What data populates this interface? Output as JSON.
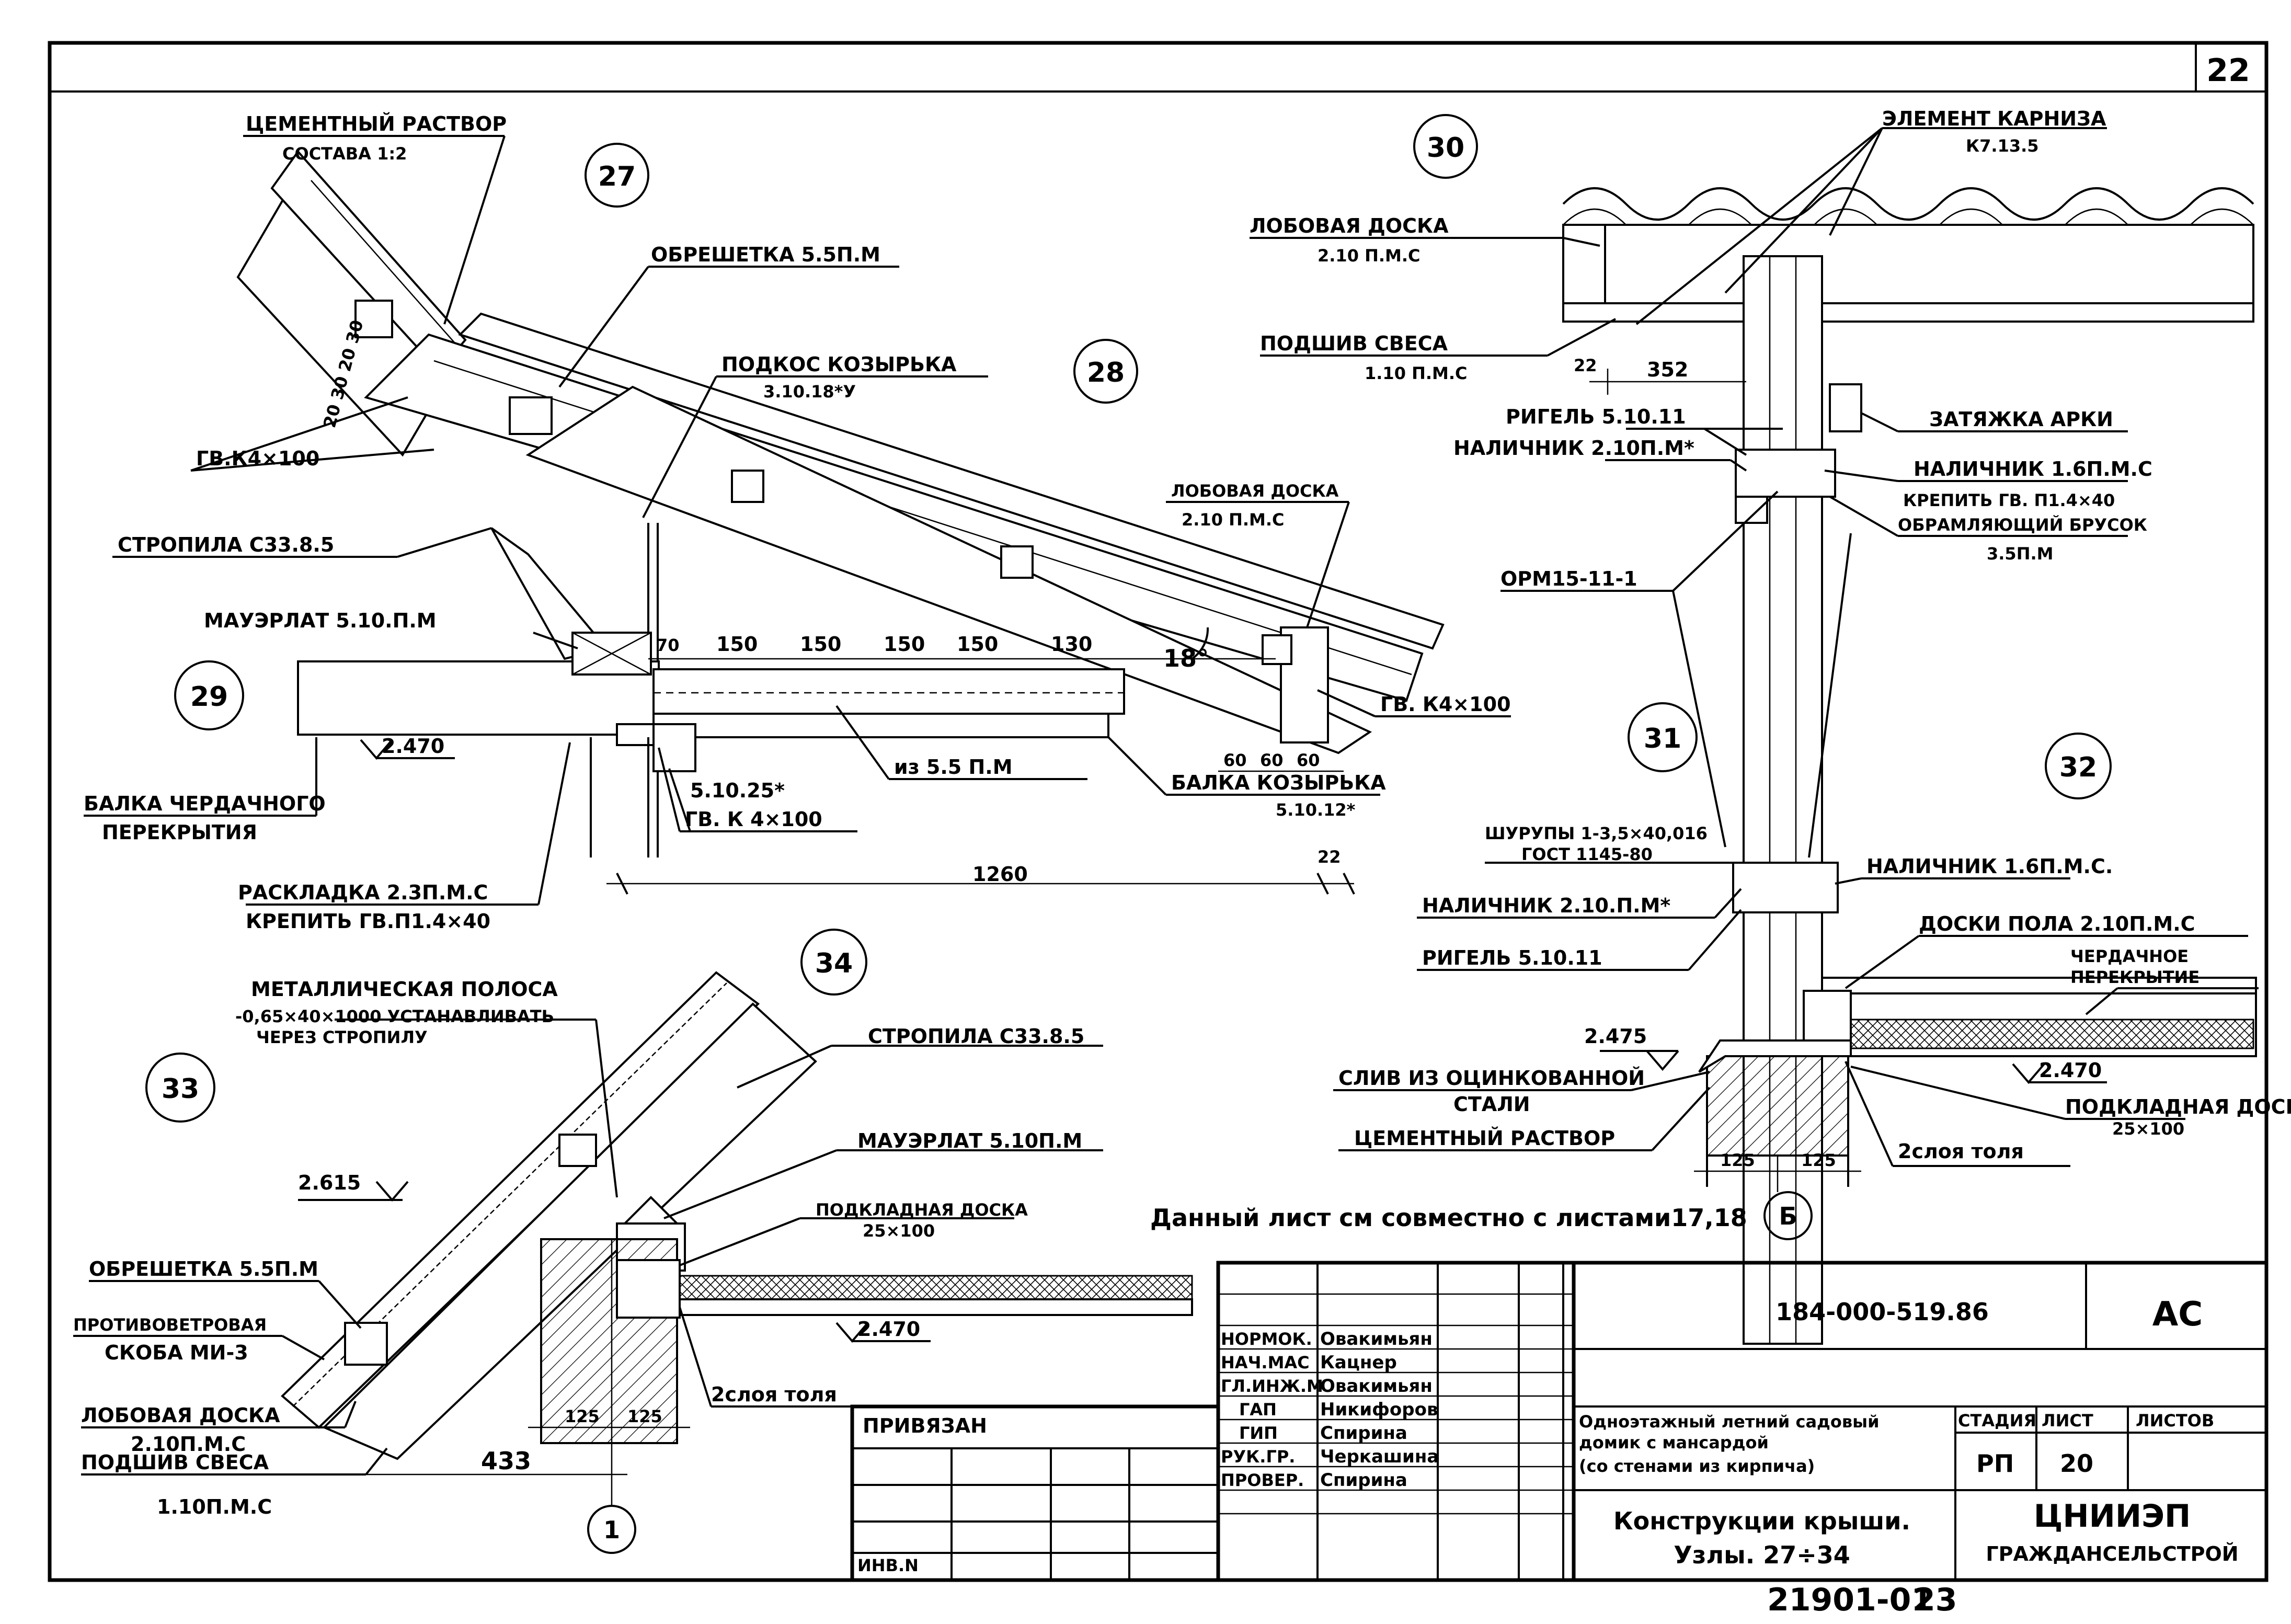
{
  "sheet_number": "22",
  "footer": {
    "code": "21901-01",
    "page": "23"
  },
  "note": "Данный лист см совместно с листами17,18",
  "nodes": {
    "n27": "27",
    "n28": "28",
    "n29": "29",
    "n30": "30",
    "n31": "31",
    "n32": "32",
    "n33": "33",
    "n34": "34",
    "axis_b": "Б",
    "axis_1": "1"
  },
  "labels": {
    "cement_mortar": "ЦЕМЕНТНЫЙ РАСТВОР",
    "cement_mortar_sub": "СОСТАВА 1:2",
    "lathing_top": "ОБРЕШЕТКА 5.5П.М",
    "canopy_brace": "ПОДКОС КОЗЫРЬКА",
    "canopy_brace_sub": "3.10.18*У",
    "nail_k4_left": "ГВ.К4×100",
    "rafters_top": "СТРОПИЛА С33.8.5",
    "front_board_mid": "ЛОБОВАЯ ДОСКА",
    "front_board_mid_sub": "2.10 П.М.С",
    "wall_plate_top": "МАУЭРЛАТ 5.10.П.М",
    "nail_k4_right": "ГВ. К4×100",
    "level_2470_left": "2.470",
    "attic_beam": "БАЛКА ЧЕРДАЧНОГО",
    "attic_beam_sub": "ПЕРЕКРЫТИЯ",
    "mark_5_10_25": "5.10.25*",
    "from_5_5": "из 5.5 П.М",
    "canopy_beam": "БАЛКА КОЗЫРЬКА",
    "canopy_beam_sub": "5.10.12*",
    "nail_k4_bottom": "ГВ. К 4×100",
    "spacer": "РАСКЛАДКА 2.3П.М.С",
    "spacer_sub": "КРЕПИТЬ ГВ.П1.4×40",
    "cornice_elem": "ЭЛЕМЕНТ КАРНИЗА",
    "cornice_elem_sub": "К7.13.5",
    "front_board_30": "ЛОБОВАЯ ДОСКА",
    "front_board_30_sub": "2.10 П.М.С",
    "soffit_30": "ПОДШИВ СВЕСА",
    "soffit_30_sub": "1.10 П.М.С",
    "girder_top": "РИГЕЛЬ 5.10.11",
    "trim_2_10_top": "НАЛИЧНИК 2.10П.М*",
    "arch_tie": "ЗАТЯЖКА АРКИ",
    "trim_1_6": "НАЛИЧНИК 1.6П.М.С",
    "trim_1_6_sub": "КРЕПИТЬ ГВ. П1.4×40",
    "framing_bar": "ОБРАМЛЯЮЩИЙ БРУСОК",
    "framing_bar_sub": "3.5П.М",
    "orm": "ОРМ15-11-1",
    "screws": "ШУРУПЫ 1-3,5×40,016",
    "screws_sub": "ГОСТ 1145-80",
    "trim_1_6_b": "НАЛИЧНИК 1.6П.М.С.",
    "trim_2_10_b": "НАЛИЧНИК 2.10.П.М*",
    "girder_b": "РИГЕЛЬ 5.10.11",
    "floor_boards": "ДОСКИ ПОЛА 2.10П.М.С",
    "attic_floor": "ЧЕРДАЧНОЕ",
    "attic_floor_sub": "ПЕРЕКРЫТИЕ",
    "level_2475": "2.475",
    "drip": "СЛИВ ИЗ ОЦИНКОВАННОЙ",
    "drip_sub": "СТАЛИ",
    "mortar_32": "ЦЕМЕНТНЫЙ РАСТВОР",
    "level_2470_right": "2.470",
    "pad_board_32": "ПОДКЛАДНАЯ ДОСКА",
    "pad_board_32_sub": "25×100",
    "roofing_32": "2слоя толя",
    "metal_strip": "МЕТАЛЛИЧЕСКАЯ ПОЛОСА",
    "metal_strip_sub": "-0,65×40×1000 УСТАНАВЛИВАТЬ",
    "metal_strip_sub2": "ЧЕРЕЗ СТРОПИЛУ",
    "rafters_34": "СТРОПИЛА С33.8.5",
    "wall_plate_34": "МАУЭРЛАТ 5.10П.М",
    "pad_board_34": "ПОДКЛАДНАЯ ДОСКА",
    "pad_board_34_sub": "25×100",
    "level_2615": "2.615",
    "lathing_33": "ОБРЕШЕТКА 5.5П.М",
    "wind_bracket": "ПРОТИВОВЕТРОВАЯ",
    "wind_bracket_sub": "СКОБА МИ-3",
    "level_2470_34": "2.470",
    "roofing_34": "2слоя толя",
    "front_board_33": "ЛОБОВАЯ ДОСКА",
    "front_board_33_sub": "2.10П.М.С",
    "soffit_33": "ПОДШИВ СВЕСА",
    "soffit_33_sub": "1.10П.М.С"
  },
  "dims": {
    "d70": "70",
    "d150a": "150",
    "d150b": "150",
    "d150c": "150",
    "d150d": "150",
    "d130": "130",
    "angle": "18°",
    "d60a": "60",
    "d60b": "60",
    "d60c": "60",
    "d1260": "1260",
    "d22a": "22",
    "d22b": "22",
    "d352": "352",
    "d125a": "125",
    "d125b": "125",
    "d125c": "125",
    "d125d": "125",
    "d433": "433",
    "side_dims": "20 30 20 30"
  },
  "title_block": {
    "doc_code": "184-000-519.86",
    "sheet_type": "АС",
    "attached": "ПРИВЯЗАН",
    "inv": "ИНВ.N",
    "roles": [
      "НОРМОК.",
      "НАЧ.МАС",
      "ГЛ.ИНЖ.М",
      "ГАП",
      "ГИП",
      "РУК.ГР.",
      "ПРОВЕР."
    ],
    "names": [
      "Овакимьян",
      "Кацнер",
      "Овакимьян",
      "Никифоров",
      "Спирина",
      "Черкашина",
      "Спирина"
    ],
    "project": "Одноэтажный летний садовый",
    "project_l2": "домик с мансардой",
    "project_l3": "(со стенами из кирпича)",
    "stage_h": "СТАДИЯ",
    "sheet_h": "ЛИСТ",
    "sheets_h": "ЛИСТОВ",
    "stage": "РП",
    "sheet": "20",
    "drawing_title": "Конструкции крыши.",
    "drawing_title_l2": "Узлы. 27÷34",
    "org": "ЦНИИЭП",
    "org_l2": "ГРАЖДАНСЕЛЬСТРОЙ"
  }
}
